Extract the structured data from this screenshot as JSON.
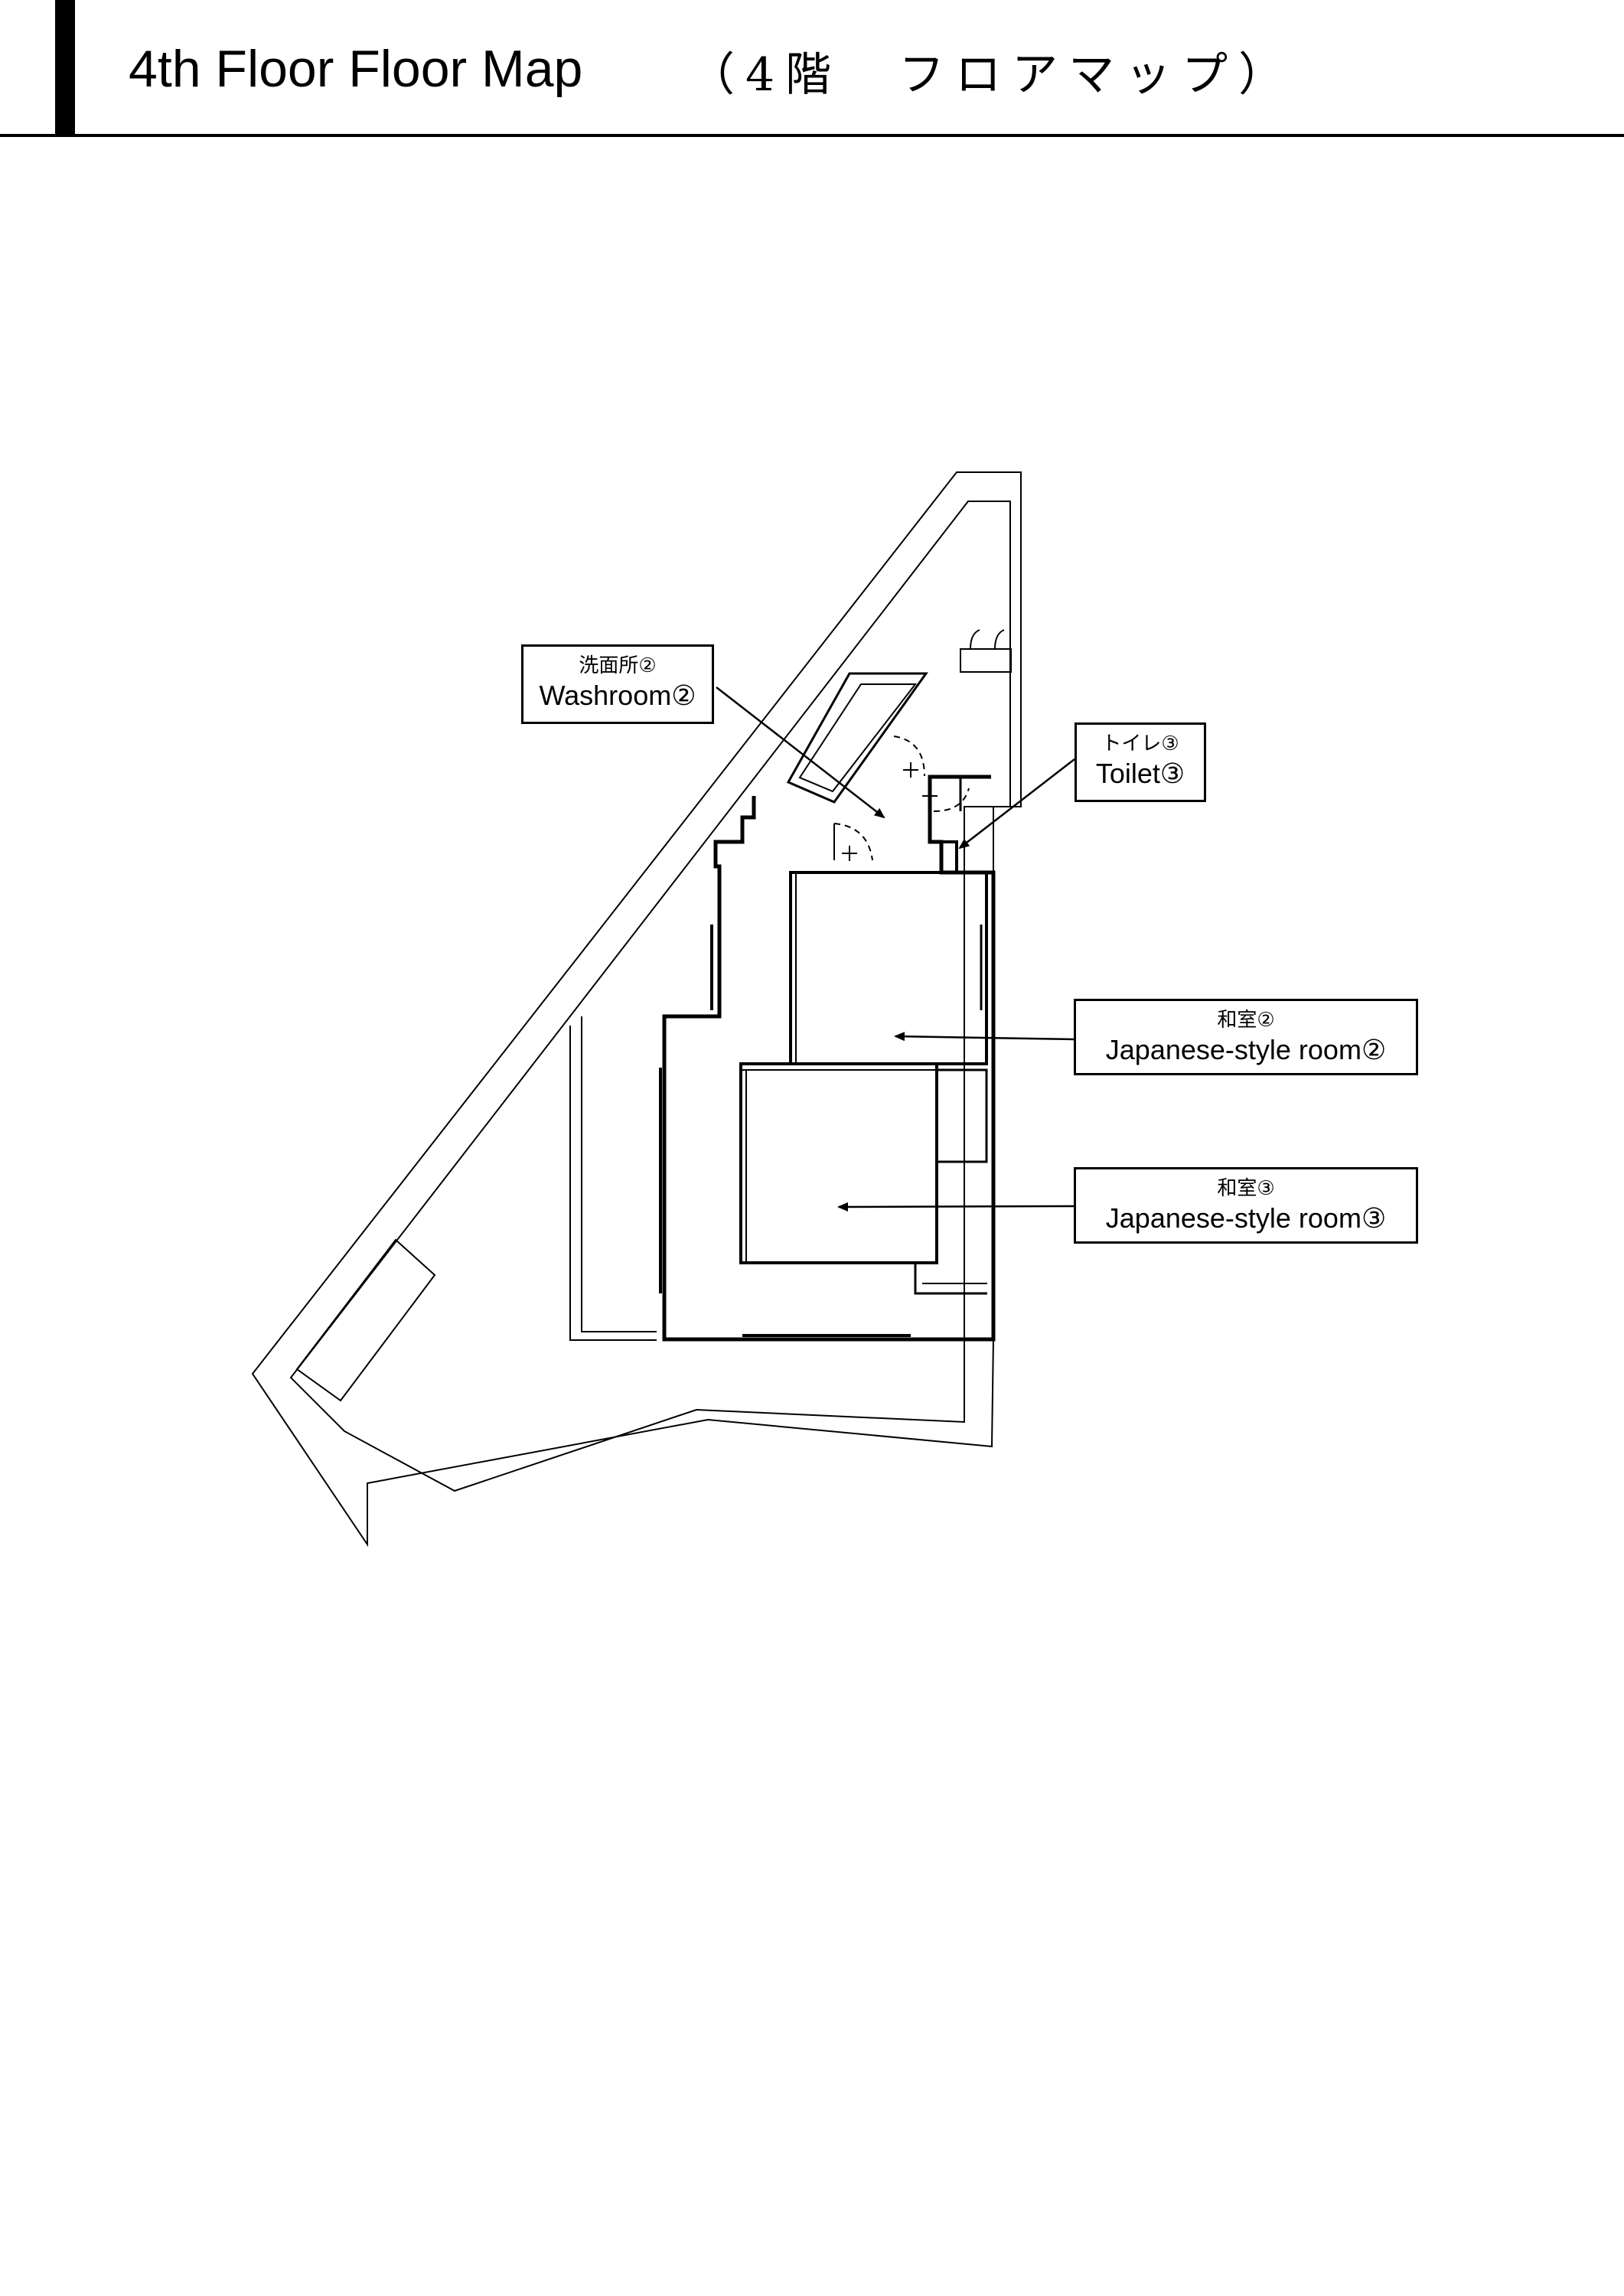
{
  "header": {
    "title": "4th Floor Floor Map",
    "title_jp": "（4階　フロアマップ）"
  },
  "labels": {
    "washroom": {
      "jp": "洗面所②",
      "en": "Washroom②"
    },
    "toilet": {
      "jp": "トイレ③",
      "en": "Toilet③"
    },
    "room2": {
      "jp": "和室②",
      "en": "Japanese-style room②"
    },
    "room3": {
      "jp": "和室③",
      "en": "Japanese-style room③"
    }
  },
  "colors": {
    "line": "#000000",
    "background": "#ffffff",
    "faint": "#888888"
  }
}
